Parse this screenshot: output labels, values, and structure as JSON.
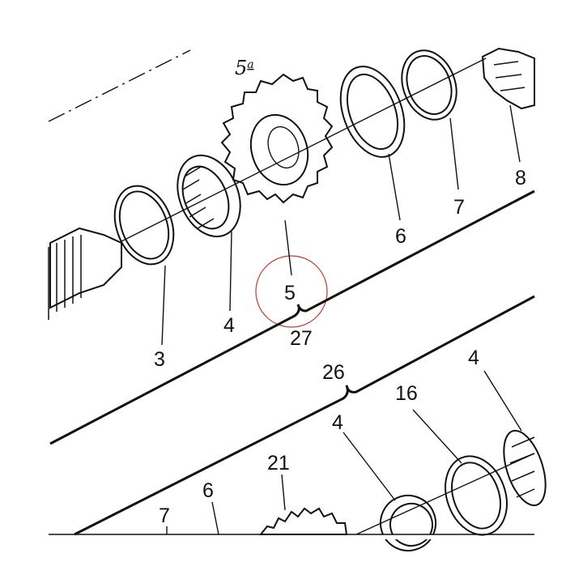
{
  "diagram": {
    "gear_label": {
      "base": "5",
      "superscript": "a"
    },
    "callouts": [
      "3",
      "4",
      "5",
      "6",
      "7",
      "8",
      "27",
      "26",
      "4",
      "16",
      "4",
      "21",
      "6",
      "7"
    ],
    "highlight_color": "#c0392b",
    "line_color": "#111111",
    "background": "#ffffff"
  }
}
